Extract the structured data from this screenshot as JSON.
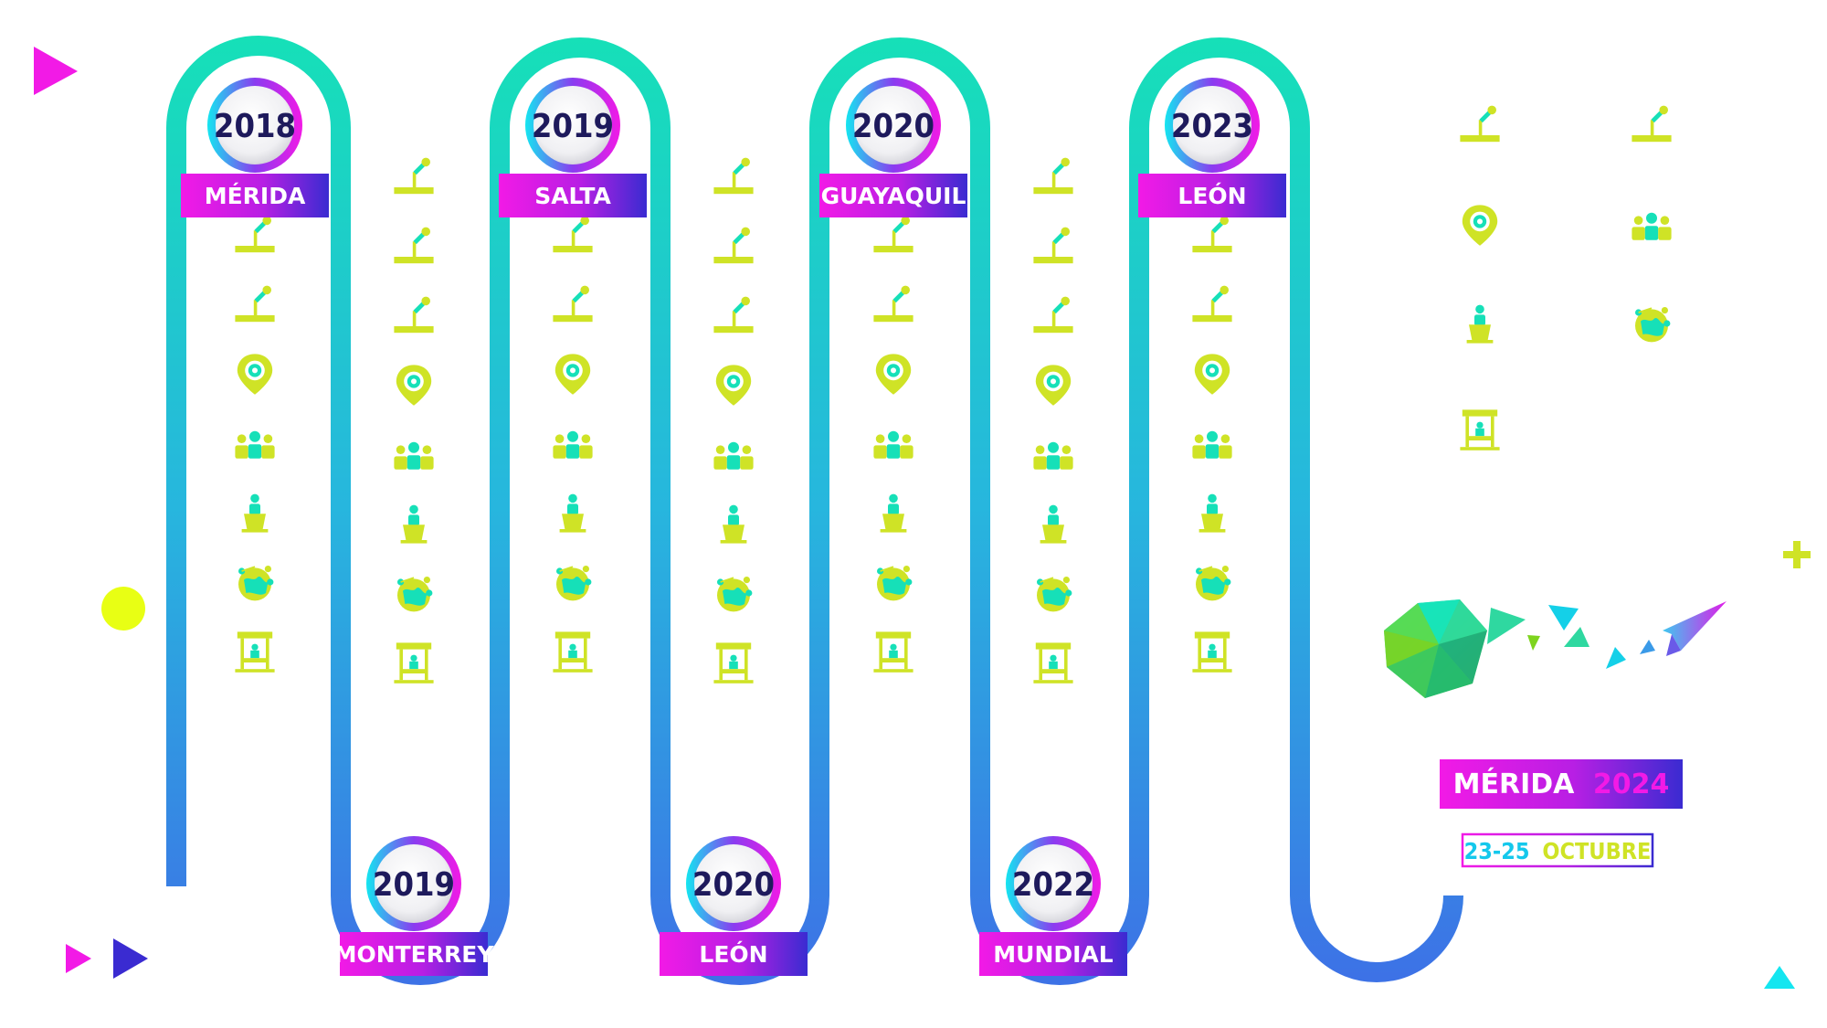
{
  "timeline": {
    "stops": [
      {
        "year": "2018",
        "city": "MÉRIDA"
      },
      {
        "year": "2019",
        "city": "MONTERREY"
      },
      {
        "year": "2019",
        "city": "SALTA"
      },
      {
        "year": "2020",
        "city": "LEÓN"
      },
      {
        "year": "2020",
        "city": "GUAYAQUIL"
      },
      {
        "year": "2022",
        "city": "MUNDIAL"
      },
      {
        "year": "2023",
        "city": "LEÓN"
      }
    ]
  },
  "event": {
    "city": "MÉRIDA",
    "year": "2024",
    "dates": "23-25",
    "month": "OCTUBRE"
  },
  "colors": {
    "teal": "#16e0b8",
    "blue": "#3a73e8",
    "magenta": "#f21ae6",
    "indigo": "#3a2bd1",
    "lime": "#cfe326",
    "navy": "#1e1a5c"
  },
  "icons": [
    "microphone-stand-icon",
    "location-gear-icon",
    "group-icon",
    "speaker-podium-icon",
    "globe-network-icon",
    "booth-stand-icon"
  ]
}
